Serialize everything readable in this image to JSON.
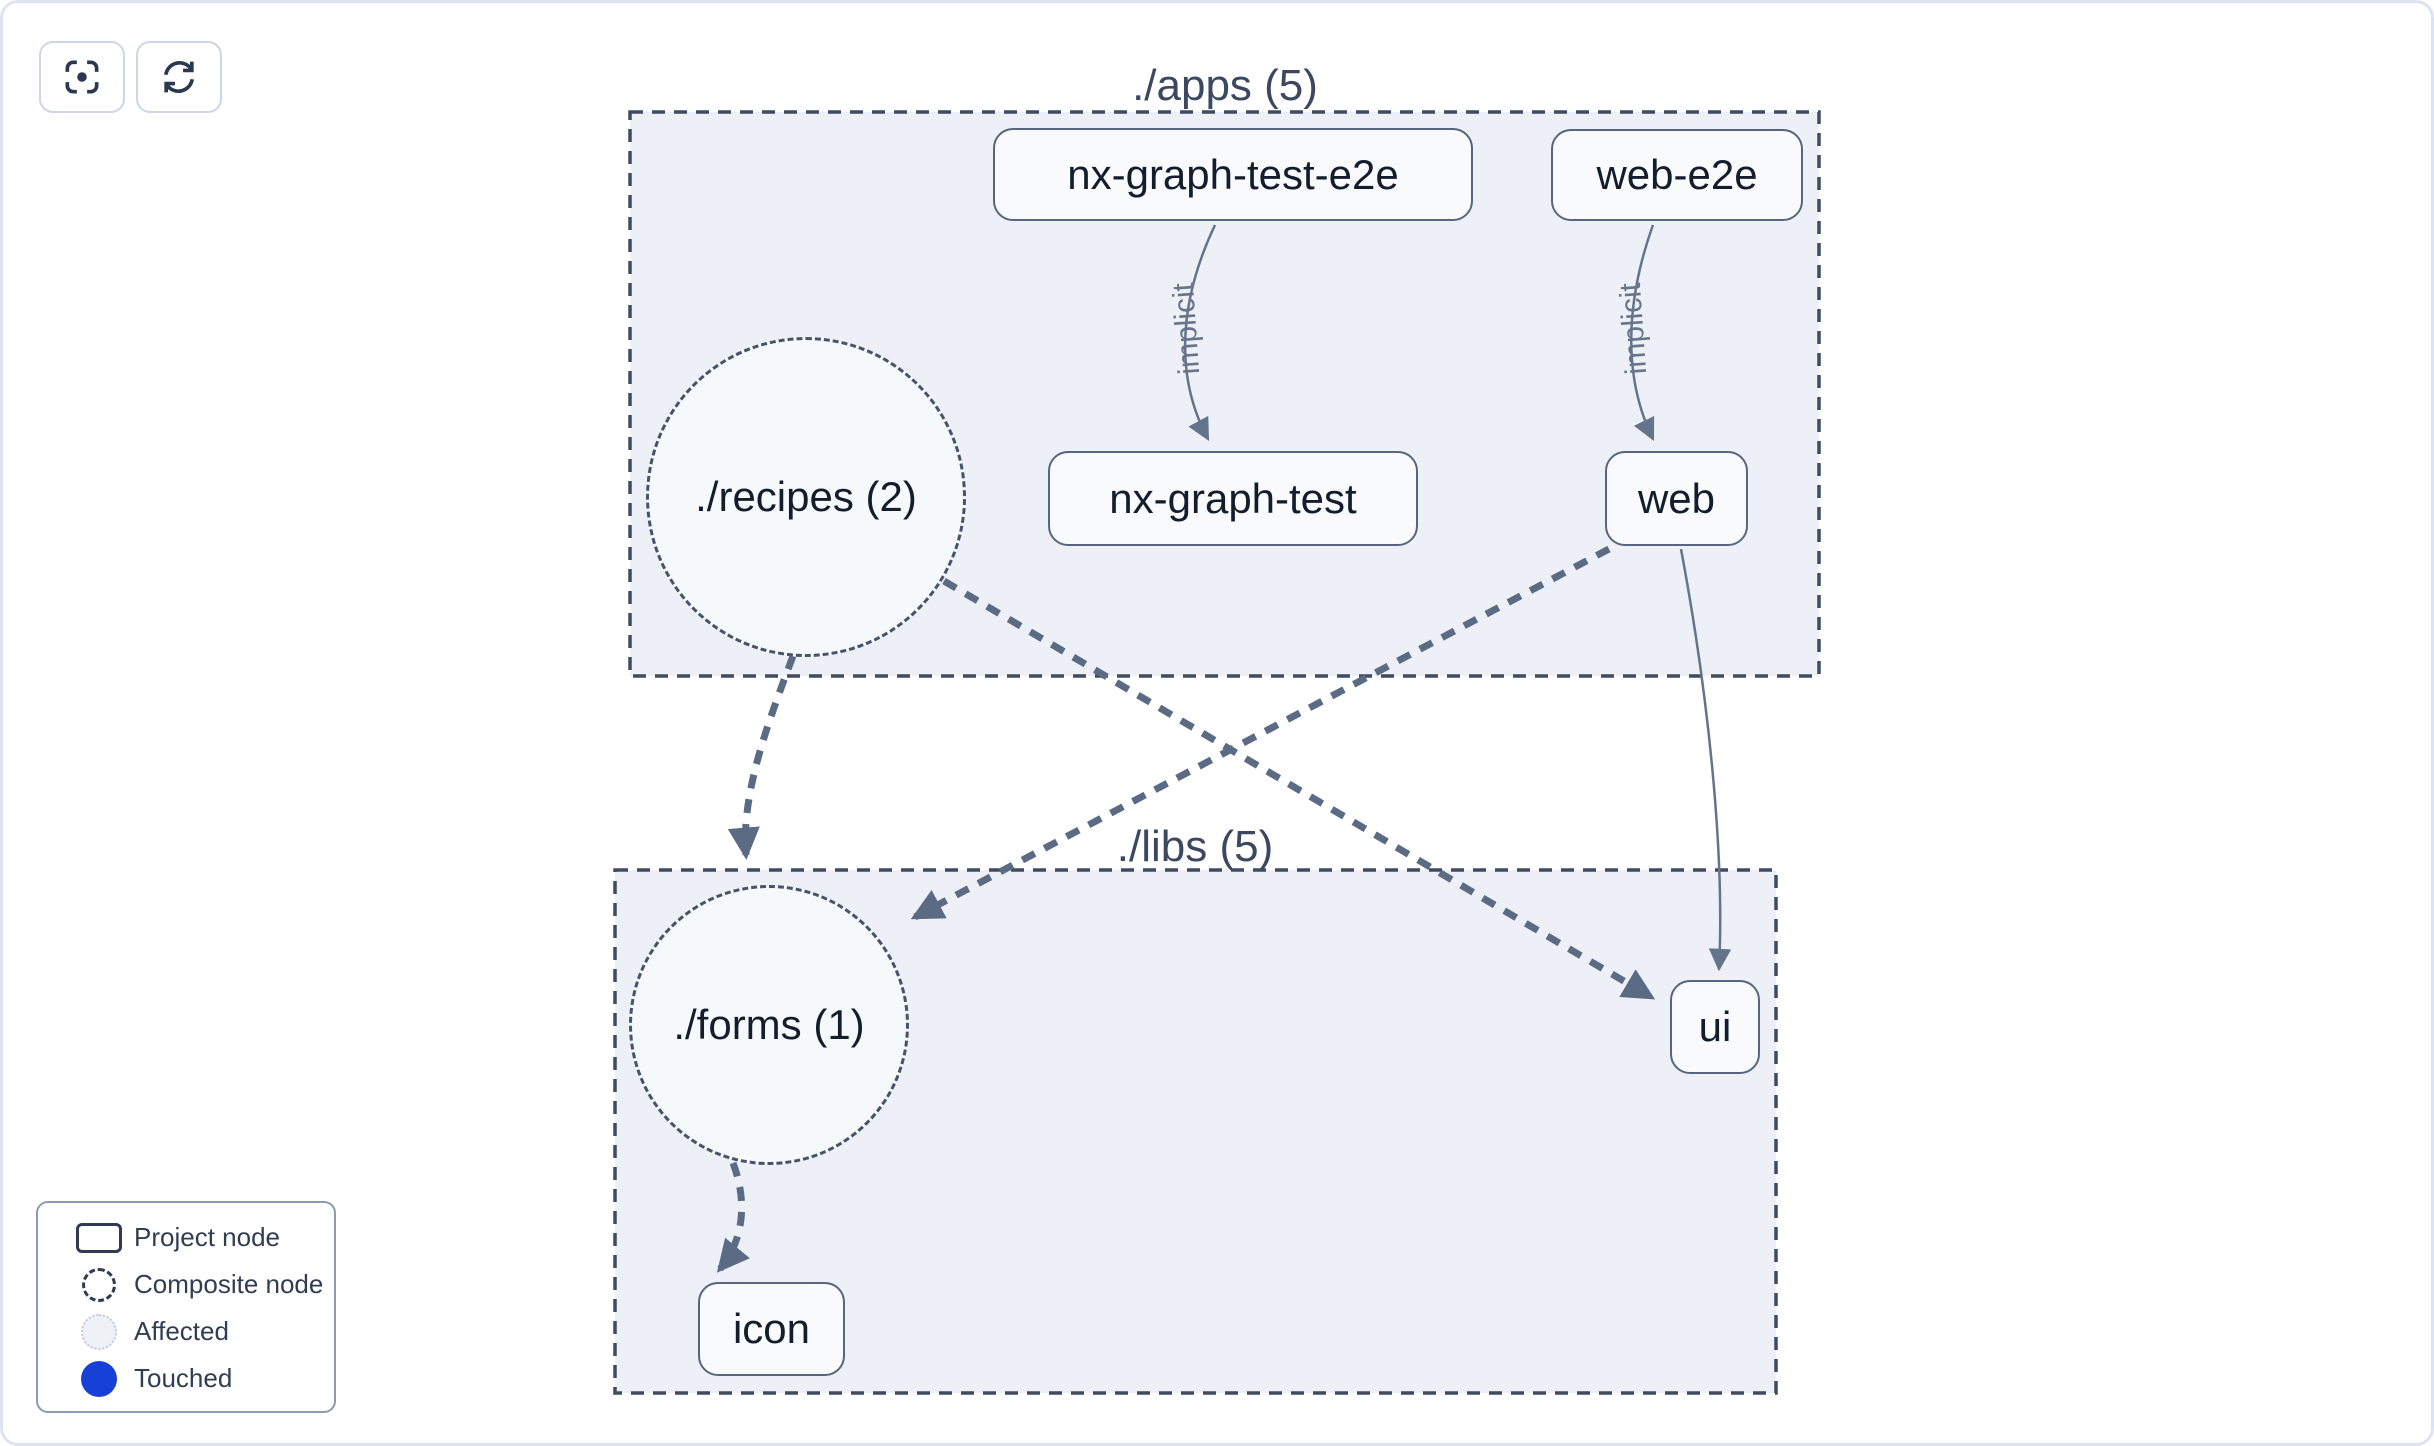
{
  "toolbar": {
    "buttons": [
      {
        "icon": "focus-icon"
      },
      {
        "icon": "refresh-icon"
      }
    ]
  },
  "groups": {
    "apps": {
      "label": "./apps (5)"
    },
    "libs": {
      "label": "./libs (5)"
    }
  },
  "nodes": {
    "nx_graph_test_e2e": {
      "label": "nx-graph-test-e2e",
      "type": "project"
    },
    "web_e2e": {
      "label": "web-e2e",
      "type": "project"
    },
    "recipes": {
      "label": "./recipes (2)",
      "type": "composite"
    },
    "nx_graph_test": {
      "label": "nx-graph-test",
      "type": "project"
    },
    "web": {
      "label": "web",
      "type": "project"
    },
    "forms": {
      "label": "./forms (1)",
      "type": "composite"
    },
    "ui": {
      "label": "ui",
      "type": "project"
    },
    "icon": {
      "label": "icon",
      "type": "project"
    }
  },
  "edges": {
    "implicit_label": "implicit"
  },
  "legend": {
    "items": [
      {
        "label": "Project node"
      },
      {
        "label": "Composite node"
      },
      {
        "label": "Affected"
      },
      {
        "label": "Touched"
      }
    ]
  },
  "colors": {
    "touched": "#1741d6",
    "container_fill": "#edf1f7",
    "container_border": "#3f4b5e",
    "edge": "#5c6b84",
    "node_border": "#57657f"
  }
}
